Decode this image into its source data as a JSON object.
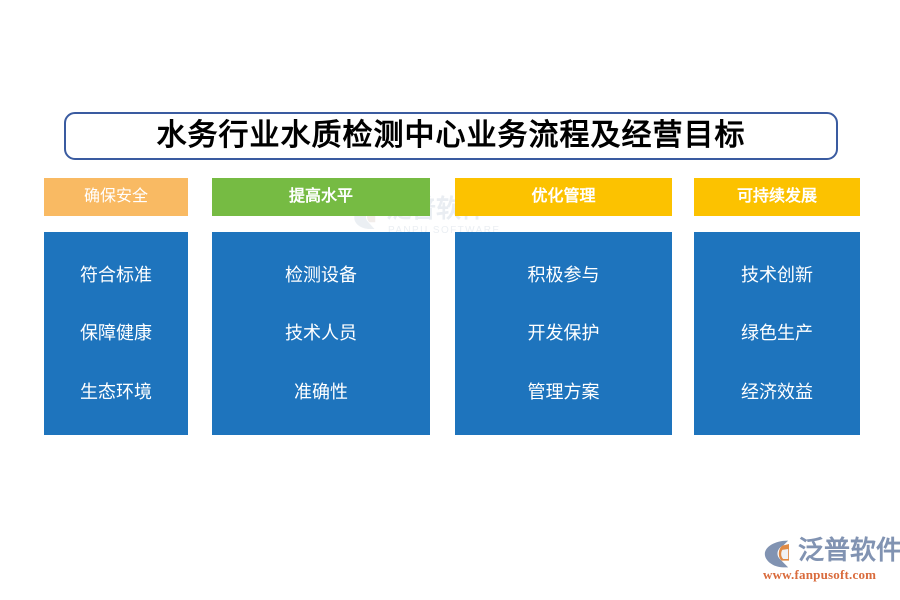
{
  "title": {
    "text": "水务行业水质检测中心业务流程及经营目标"
  },
  "colors": {
    "title_border": "#3A5BA0",
    "body_blue": "#1E74BD",
    "header_orange": "#F9BA63",
    "header_green": "#76BB43",
    "header_yellow": "#FCC200",
    "brand_gray_blue": "#8193B2",
    "brand_orange": "#D96B3C"
  },
  "columns": [
    {
      "header": "确保安全",
      "header_color": "#F9BA63",
      "header_bold": false,
      "items": [
        "符合标准",
        "保障健康",
        "生态环境"
      ]
    },
    {
      "header": "提高水平",
      "header_color": "#76BB43",
      "header_bold": true,
      "items": [
        "检测设备",
        "技术人员",
        "准确性"
      ]
    },
    {
      "header": "优化管理",
      "header_color": "#FCC200",
      "header_bold": true,
      "items": [
        "积极参与",
        "开发保护",
        "管理方案"
      ]
    },
    {
      "header": "可持续发展",
      "header_color": "#FCC200",
      "header_bold": true,
      "items": [
        "技术创新",
        "绿色生产",
        "经济效益"
      ]
    }
  ],
  "watermark": {
    "cn": "泛普软件",
    "en": "PANPU SOFTWARE"
  },
  "brand": {
    "cn": "泛普软件",
    "url": "www.fanpusoft.com"
  }
}
